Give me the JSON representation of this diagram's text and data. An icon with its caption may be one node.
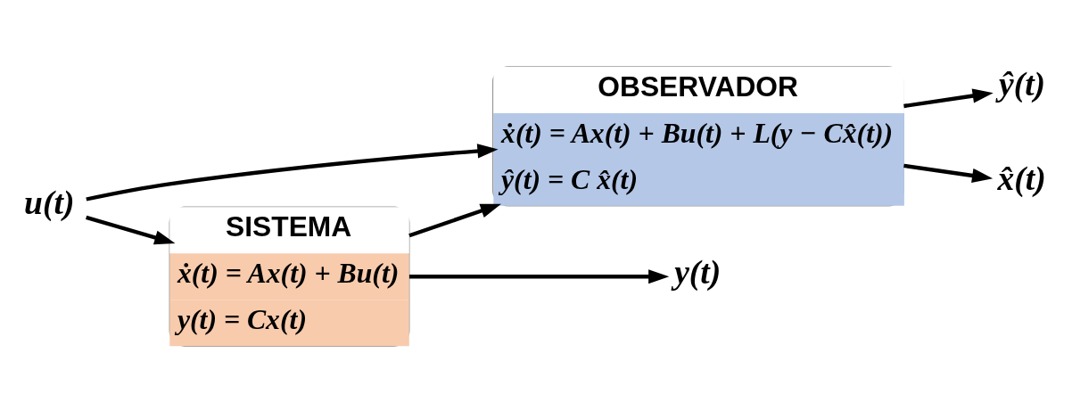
{
  "diagram": {
    "nodes": [
      {
        "text": [
          "SISTEMA",
          "ẋ(t) = Ax(t) + Bu(t)",
          "y(t) = Cx(t)"
        ]
      },
      {
        "text": [
          "OBSERVADOR",
          "ẋ(t) = Ax(t) + Bu(t) + L(y − Cx̂(t))",
          "ŷ(t) = C x̂(t)"
        ]
      },
      {
        "text": [
          "u(t)"
        ]
      },
      {
        "text": [
          "y(t)"
        ]
      },
      {
        "text": [
          "ŷ(t)"
        ]
      },
      {
        "text": [
          "x̂(t)"
        ]
      }
    ],
    "edges": [
      {
        "from": 2,
        "to": 0,
        "arrow": "to"
      },
      {
        "from": 0,
        "to": 3,
        "arrow": "to"
      },
      {
        "from": 0,
        "to": 1,
        "arrow": "to"
      },
      {
        "from": 2,
        "to": 1,
        "arrow": "to"
      },
      {
        "from": 1,
        "to": 4,
        "arrow": "to"
      },
      {
        "from": 1,
        "to": 5,
        "arrow": "to"
      }
    ]
  }
}
